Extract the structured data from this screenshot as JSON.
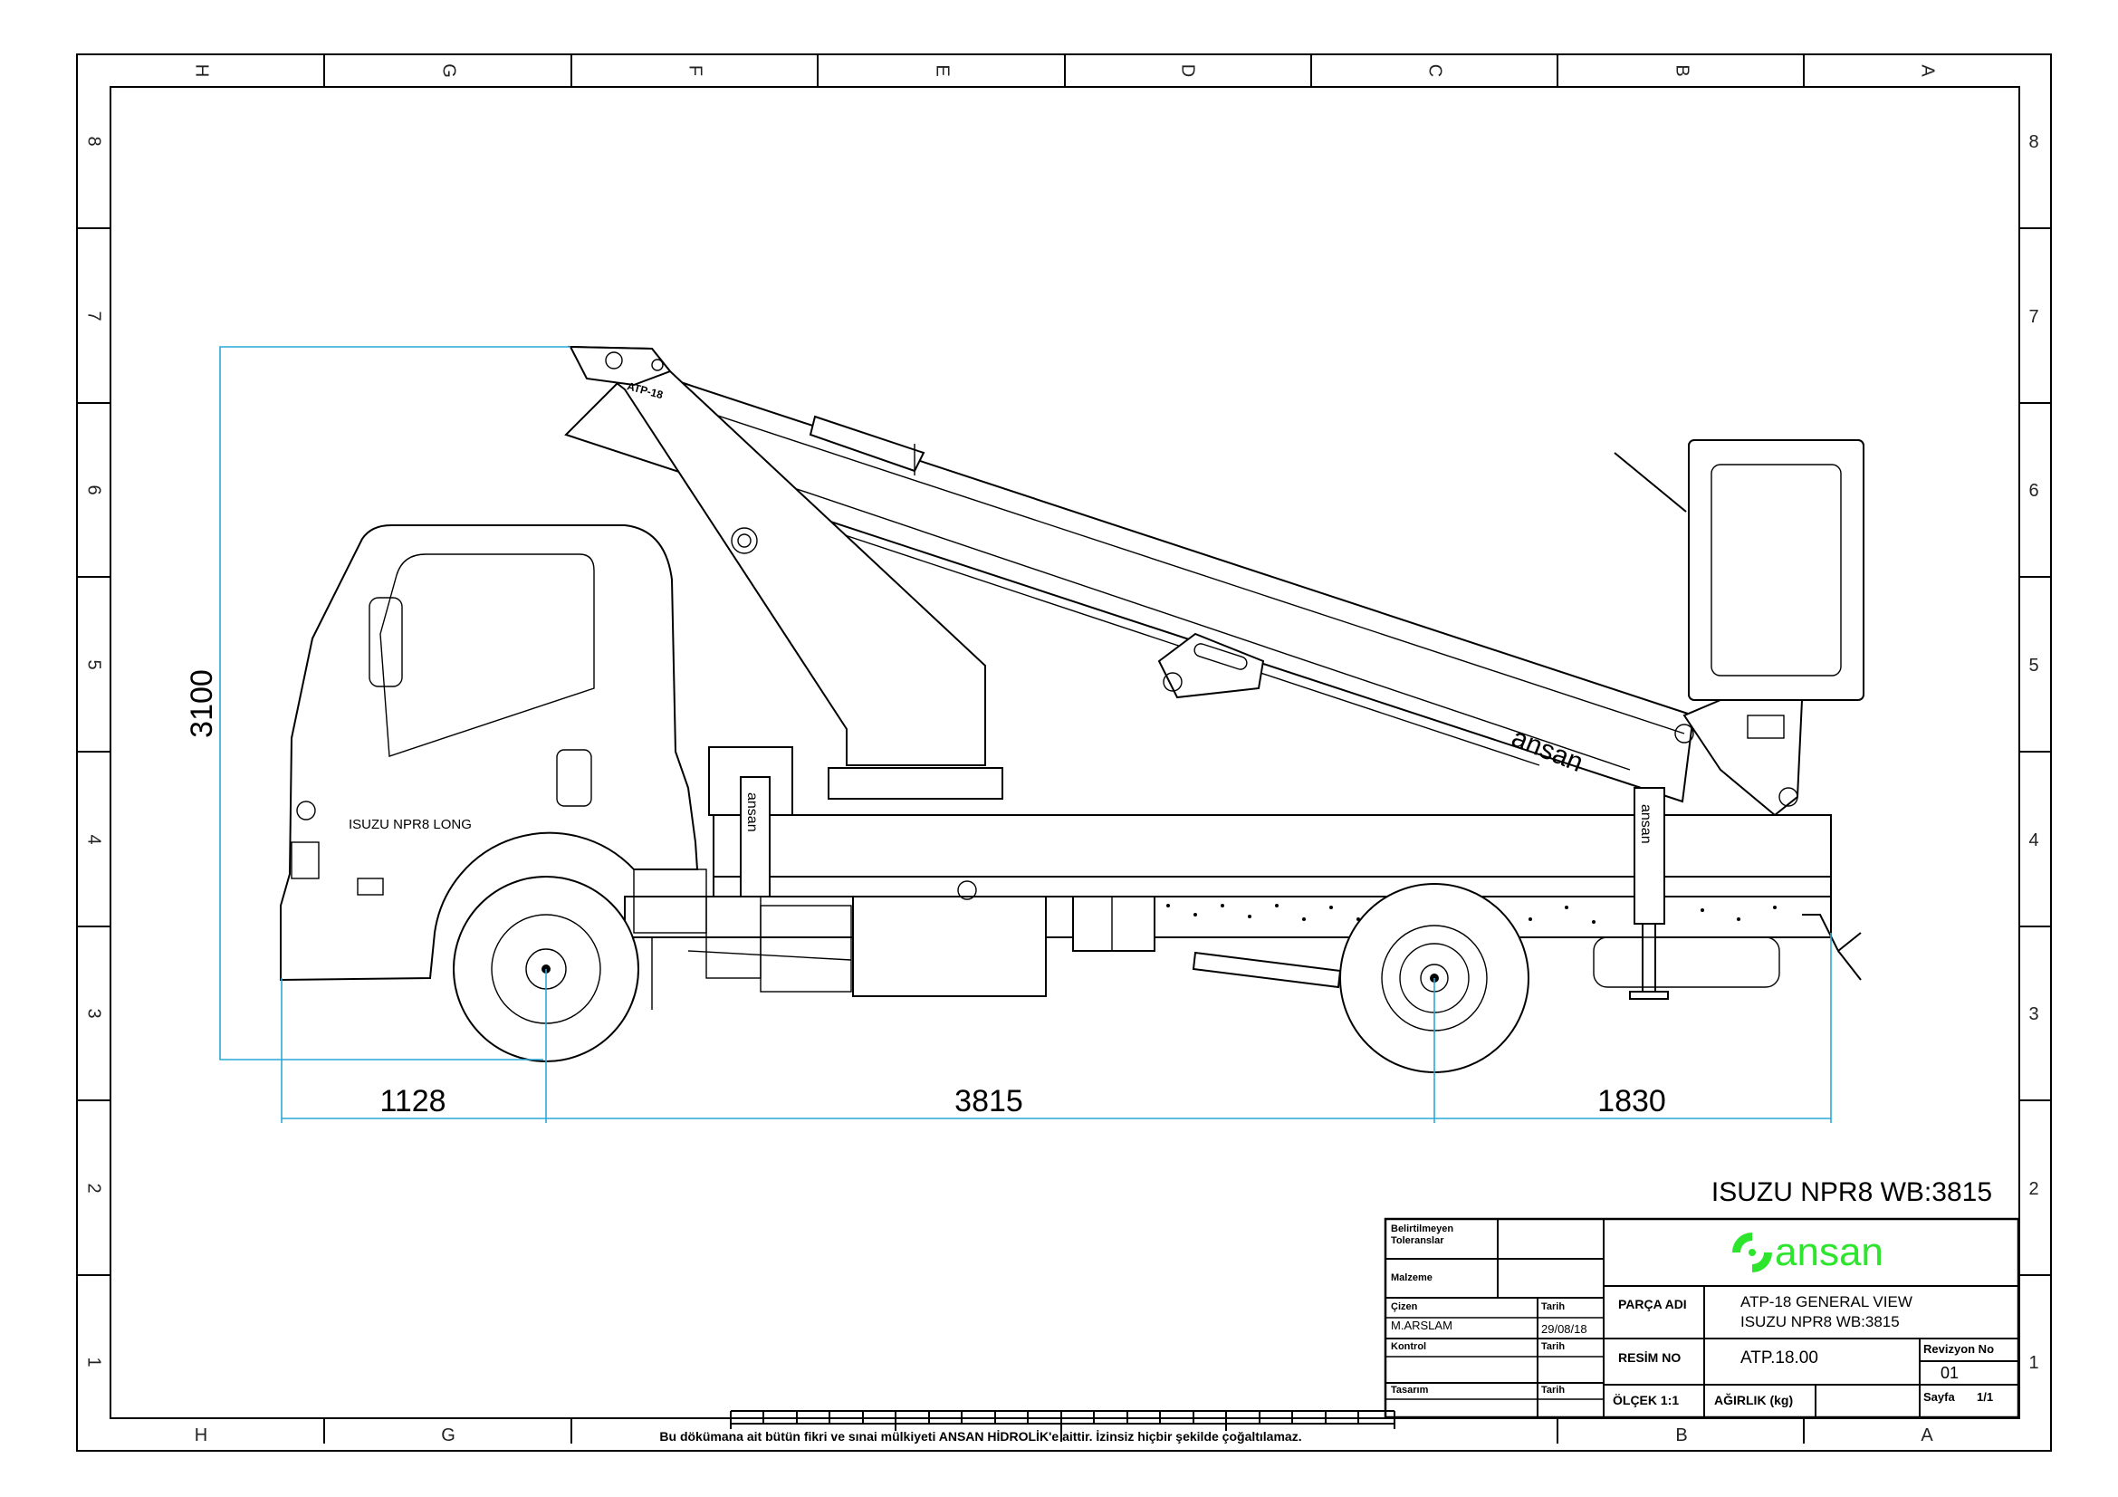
{
  "frame": {
    "columns_top": [
      "H",
      "G",
      "F",
      "E",
      "D",
      "C",
      "B",
      "A"
    ],
    "columns_bottom": [
      "H",
      "G",
      "B",
      "A"
    ],
    "rows": [
      "8",
      "7",
      "6",
      "5",
      "4",
      "3",
      "2",
      "1"
    ]
  },
  "drawing": {
    "cab_label": "ISUZU NPR8 LONG",
    "boom_label": "ATP-18",
    "boom_brand": "ansan",
    "leg_brand": "ansan",
    "subtitle": "ISUZU NPR8 WB:3815",
    "dimensions": {
      "height": "3100",
      "front_overhang": "1128",
      "wheelbase": "3815",
      "rear_overhang": "1830"
    }
  },
  "title_block": {
    "tolerances_label_1": "Belirtilmeyen",
    "tolerances_label_2": "Toleranslar",
    "material_label": "Malzeme",
    "drawn_label": "Çizen",
    "drawn_by": "M.ARSLAM",
    "date_label": "Tarih",
    "drawn_date": "29/08/18",
    "check_label": "Kontrol",
    "check_date_label": "Tarih",
    "design_label": "Tasarım",
    "design_date_label": "Tarih",
    "logo_text": "ansan",
    "part_name_label": "PARÇA ADI",
    "part_name_line1": "ATP-18 GENERAL VIEW",
    "part_name_line2": "ISUZU NPR8 WB:3815",
    "drawing_no_label": "RESİM NO",
    "drawing_no": "ATP.18.00",
    "revision_label": "Revizyon No",
    "revision": "01",
    "scale_label": "ÖLÇEK  1:1",
    "weight_label": "AĞIRLIK (kg)",
    "sheet_label": "Sayfa",
    "sheet": "1/1",
    "logo_color": "#2ee52e"
  },
  "footer": {
    "copyright": "Bu dökümana ait bütün fikri ve sınai mülkiyeti ANSAN HİDROLİK'e aittir. İzinsiz hiçbir şekilde çoğaltılamaz."
  }
}
